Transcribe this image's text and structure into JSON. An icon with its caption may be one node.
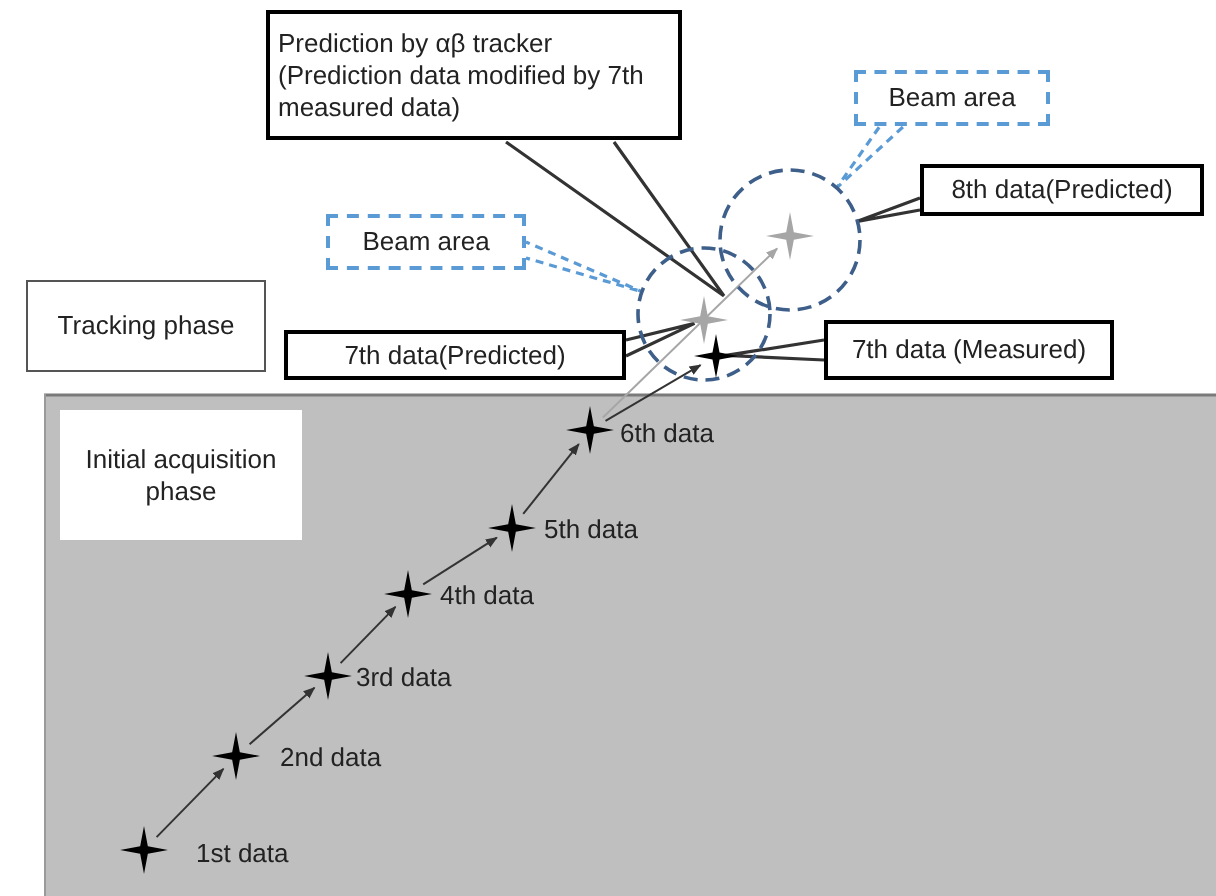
{
  "diagram": {
    "nodes": [
      {
        "text": [
          "Tracking phase"
        ]
      },
      {
        "text": [
          "Initial acquisition phase"
        ]
      },
      {
        "text": [],
        "shape": "star",
        "beside": [
          "1st data"
        ]
      },
      {
        "text": [],
        "shape": "star",
        "beside": [
          "2nd data"
        ]
      },
      {
        "text": [],
        "shape": "star",
        "beside": [
          "3rd data"
        ]
      },
      {
        "text": [],
        "shape": "star",
        "beside": [
          "4th data"
        ]
      },
      {
        "text": [],
        "shape": "star",
        "beside": [
          "5th data"
        ]
      },
      {
        "text": [],
        "shape": "star",
        "beside": [
          "6th data"
        ]
      },
      {
        "text": [],
        "shape": "circle"
      },
      {
        "text": [],
        "shape": "star",
        "in": 8
      },
      {
        "text": [],
        "shape": "star",
        "in": 8
      },
      {
        "text": [],
        "shape": "circle"
      },
      {
        "text": [],
        "shape": "star",
        "in": 11
      },
      {
        "text": [
          "Prediction by αβ tracker (Prediction data modified by 7th measured data)"
        ]
      },
      {
        "text": [
          "Beam area"
        ]
      },
      {
        "text": [
          "Beam area"
        ]
      },
      {
        "text": [
          "8th data(Predicted)"
        ]
      },
      {
        "text": [
          "7th data(Predicted)"
        ]
      },
      {
        "text": [
          "7th data (Measured)"
        ]
      }
    ],
    "edges": [
      {
        "from": 2,
        "to": 3,
        "arrow": "to"
      },
      {
        "from": 3,
        "to": 4,
        "arrow": "to"
      },
      {
        "from": 4,
        "to": 5,
        "arrow": "to"
      },
      {
        "from": 5,
        "to": 6,
        "arrow": "to"
      },
      {
        "from": 6,
        "to": 7,
        "arrow": "to"
      },
      {
        "from": 7,
        "to": 9,
        "arrow": "to"
      },
      {
        "from": 7,
        "to": 12,
        "arrow": "to",
        "color": "#a6a6a6"
      },
      {
        "from": 13,
        "to": null,
        "arrow": "none"
      },
      {
        "from": 14,
        "to": 8,
        "arrow": "none",
        "style": "dashed",
        "color": "#5b9bd5"
      },
      {
        "from": 15,
        "to": 11,
        "arrow": "none",
        "style": "dashed",
        "color": "#5b9bd5"
      },
      {
        "from": 16,
        "to": 11,
        "arrow": "none"
      },
      {
        "from": 17,
        "to": 10,
        "arrow": "none"
      },
      {
        "from": 18,
        "to": 9,
        "arrow": "none"
      }
    ]
  }
}
